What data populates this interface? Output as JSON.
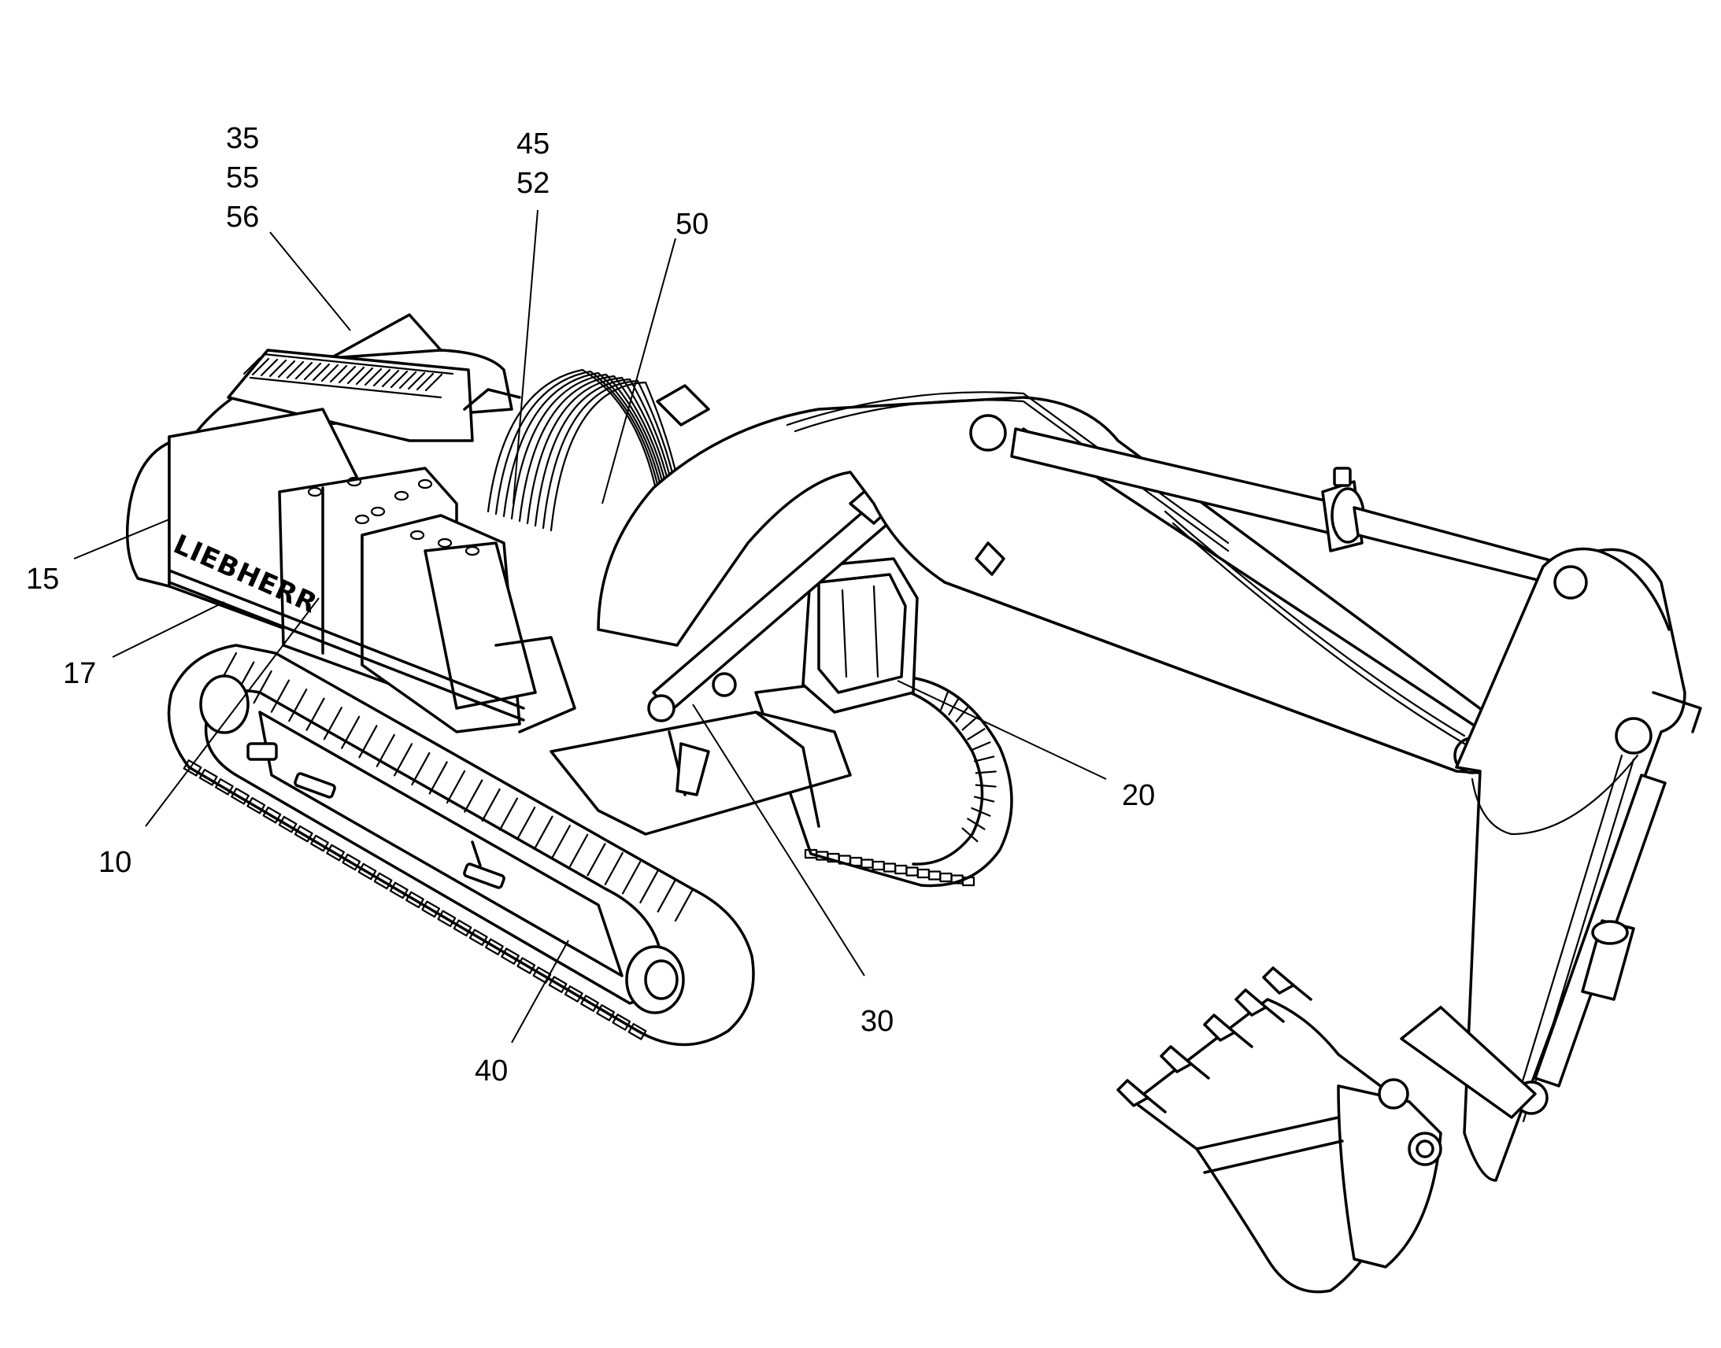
{
  "figure": {
    "brand_logo_text": "LIEBHERR",
    "callouts": [
      {
        "id": "c35",
        "label": "35"
      },
      {
        "id": "c55",
        "label": "55"
      },
      {
        "id": "c56",
        "label": "56"
      },
      {
        "id": "c45",
        "label": "45"
      },
      {
        "id": "c52",
        "label": "52"
      },
      {
        "id": "c50",
        "label": "50"
      },
      {
        "id": "c15",
        "label": "15"
      },
      {
        "id": "c17",
        "label": "17"
      },
      {
        "id": "c10",
        "label": "10"
      },
      {
        "id": "c20",
        "label": "20"
      },
      {
        "id": "c30",
        "label": "30"
      },
      {
        "id": "c40",
        "label": "40"
      }
    ]
  }
}
